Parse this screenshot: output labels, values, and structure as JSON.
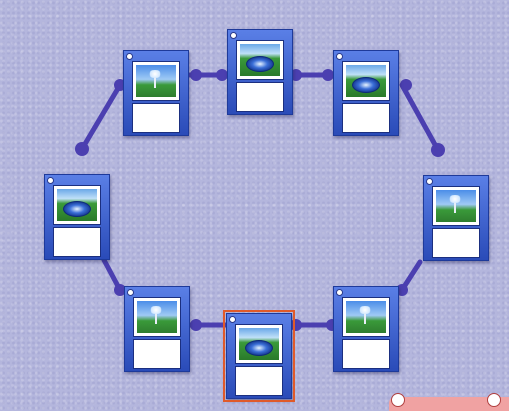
{
  "board": {
    "colors": {
      "link": "#4b3fb0",
      "node": "#4b3fb0",
      "selected": "#e05a2a",
      "card": "#3a5ed0"
    },
    "cards": [
      {
        "id": "card-top-left",
        "art": "wind",
        "title": "",
        "selected": false
      },
      {
        "id": "card-top-center",
        "art": "swirl",
        "title": "",
        "selected": false
      },
      {
        "id": "card-top-right",
        "art": "swirl",
        "title": "",
        "selected": false
      },
      {
        "id": "card-mid-left",
        "art": "swirl",
        "title": "",
        "selected": false
      },
      {
        "id": "card-mid-right",
        "art": "wind",
        "title": "",
        "selected": false
      },
      {
        "id": "card-bottom-left",
        "art": "wind",
        "title": "",
        "selected": false
      },
      {
        "id": "card-bottom-center",
        "art": "swirl",
        "title": "",
        "selected": true
      },
      {
        "id": "card-bottom-right",
        "art": "wind",
        "title": "",
        "selected": false
      }
    ]
  },
  "toolbar": {
    "icons": [
      "circle-icon",
      "circle-icon"
    ]
  }
}
